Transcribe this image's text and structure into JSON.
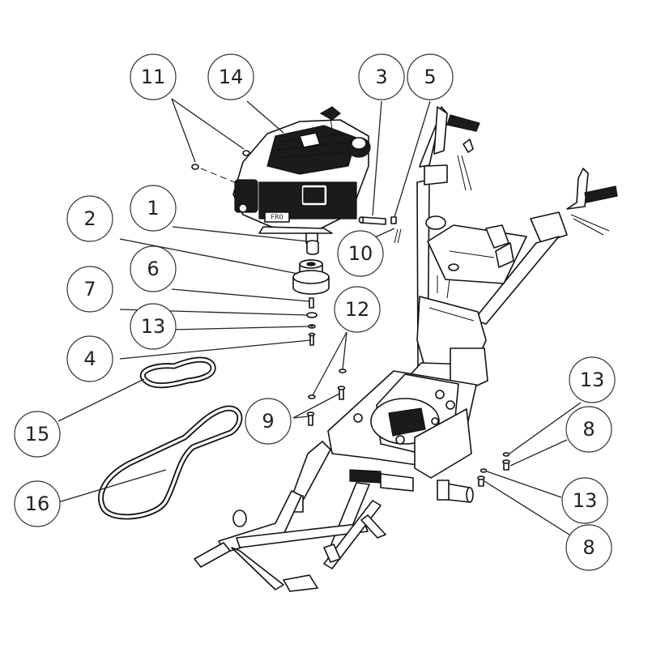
{
  "diagram": {
    "callouts": [
      {
        "id": "c11",
        "label": "11"
      },
      {
        "id": "c14",
        "label": "14"
      },
      {
        "id": "c3",
        "label": "3"
      },
      {
        "id": "c5",
        "label": "5"
      },
      {
        "id": "c2",
        "label": "2"
      },
      {
        "id": "c1",
        "label": "1"
      },
      {
        "id": "c10",
        "label": "10"
      },
      {
        "id": "c6",
        "label": "6"
      },
      {
        "id": "c7",
        "label": "7"
      },
      {
        "id": "c12",
        "label": "12"
      },
      {
        "id": "c13a",
        "label": "13"
      },
      {
        "id": "c4",
        "label": "4"
      },
      {
        "id": "c13b",
        "label": "13"
      },
      {
        "id": "c9",
        "label": "9"
      },
      {
        "id": "c8a",
        "label": "8"
      },
      {
        "id": "c15",
        "label": "15"
      },
      {
        "id": "c13c",
        "label": "13"
      },
      {
        "id": "c16",
        "label": "16"
      },
      {
        "id": "c8b",
        "label": "8"
      }
    ],
    "engine_badge": "FR0"
  }
}
